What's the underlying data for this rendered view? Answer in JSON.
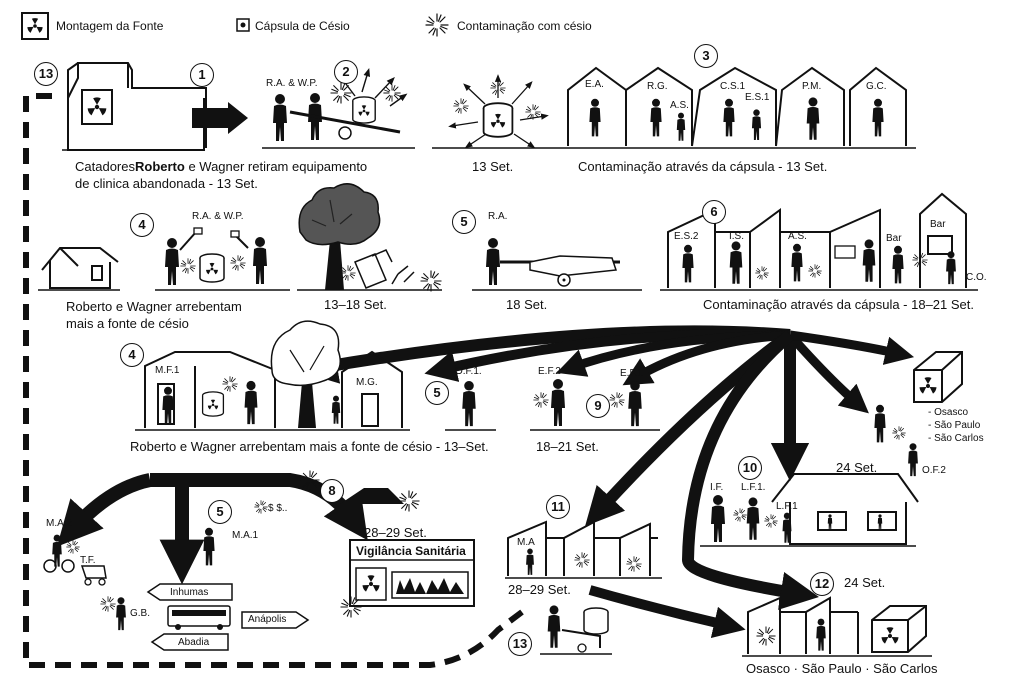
{
  "legend": {
    "source_mount": "Montagem da Fonte",
    "capsule": "Cápsula de Césio",
    "contamination": "Contaminação com césio"
  },
  "steps": {
    "s1": "1",
    "s2": "2",
    "s3": "3",
    "s4a": "4",
    "s5a": "5",
    "s6": "6",
    "s4b": "4",
    "s5b": "5",
    "s9": "9",
    "s10": "10",
    "s8": "8",
    "s5c": "5",
    "s11": "11",
    "s12": "12",
    "s13a": "13",
    "s13b": "13"
  },
  "captions": {
    "c1_prefix": "Catadores",
    "c1_bold": "Roberto",
    "c1_rest": " e Wagner retiram  equipamento",
    "c1_line2": "de clinica abandonada - 13 Set.",
    "c3_date": "13 Set.",
    "c3": "Contaminação através da cápsula - 13 Set.",
    "c4_line1": "Roberto e Wagner arrebentam",
    "c4_line2": "mais a fonte de césio",
    "c4_date": "13–18 Set.",
    "c5_date": "18 Set.",
    "c6": "Contaminação através da cápsula - 18–21 Set.",
    "c7": "Roberto e Wagner arrebentam mais a fonte de césio - 13–Set.",
    "c9_date": "18–21 Set.",
    "c10_date": "24 Set.",
    "c8_date": "28–29 Set.",
    "c11_date": "28–29 Set.",
    "c12_date": "24 Set.",
    "bottom_cities": "Osasco · São Paulo · São Carlos"
  },
  "labels": {
    "ra_wp_1": "R.A. & W.P.",
    "ra_wp_2": "R.A. & W.P.",
    "ra": "R.A.",
    "ea": "E.A.",
    "rg": "R.G.",
    "as1": "A.S.",
    "cs1": "C.S.1",
    "es1": "E.S.1",
    "pm": "P.M.",
    "gc": "G.C.",
    "es2": "E.S.2",
    "is": "I.S.",
    "as2": "A.S.",
    "bar1": "Bar",
    "bar2": "Bar",
    "co": "C.O.",
    "mf1": "M.F.1",
    "mg": "M.G.",
    "of1": "O.F.1.",
    "ef2": "E.F.2",
    "ef1": "E.F.1",
    "of2": "O.F.2",
    "if": "I.F.",
    "lf1a": "L.F.1.",
    "lf1b": "L.F.1",
    "ma2": "M.A.2",
    "tf": "T.F.",
    "ma1": "M.A.1",
    "gb": "G.B.",
    "ma": "M.A",
    "vigilancia": "Vigilância Sanitária",
    "inhumas": "Inhumas",
    "anapolis": "Anápolis",
    "abadia": "Abadia",
    "money": "$ $..",
    "cities": [
      "- Osasco",
      "- São Paulo",
      "- São Carlos"
    ]
  }
}
